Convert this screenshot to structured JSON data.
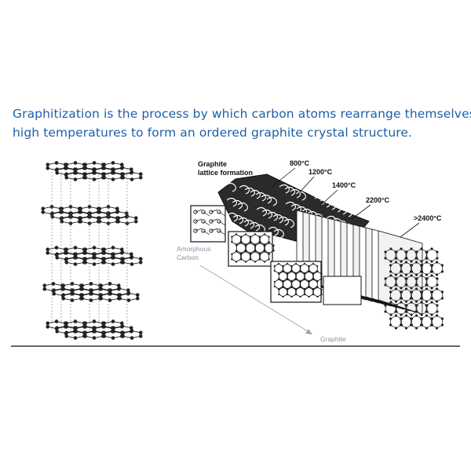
{
  "headline": {
    "line1": "Graphitization is the process by which carbon atoms rearrange themselves at",
    "line2": "high temperatures to form an ordered graphite crystal structure."
  },
  "diagram": {
    "lattice_title_line1": "Graphite",
    "lattice_title_line2": "lattice formation",
    "temperatures": [
      "800°C",
      "1200°C",
      "1400°C",
      "2200°C",
      ">2400°C"
    ],
    "start_label_line1": "Amorphous",
    "start_label_line2": "Carbon",
    "end_label": "Graphite"
  },
  "colors": {
    "headline": "#1f5fa8",
    "ink": "#111111",
    "arrow_gray": "#9aa4b2",
    "baseline": "#333333"
  }
}
